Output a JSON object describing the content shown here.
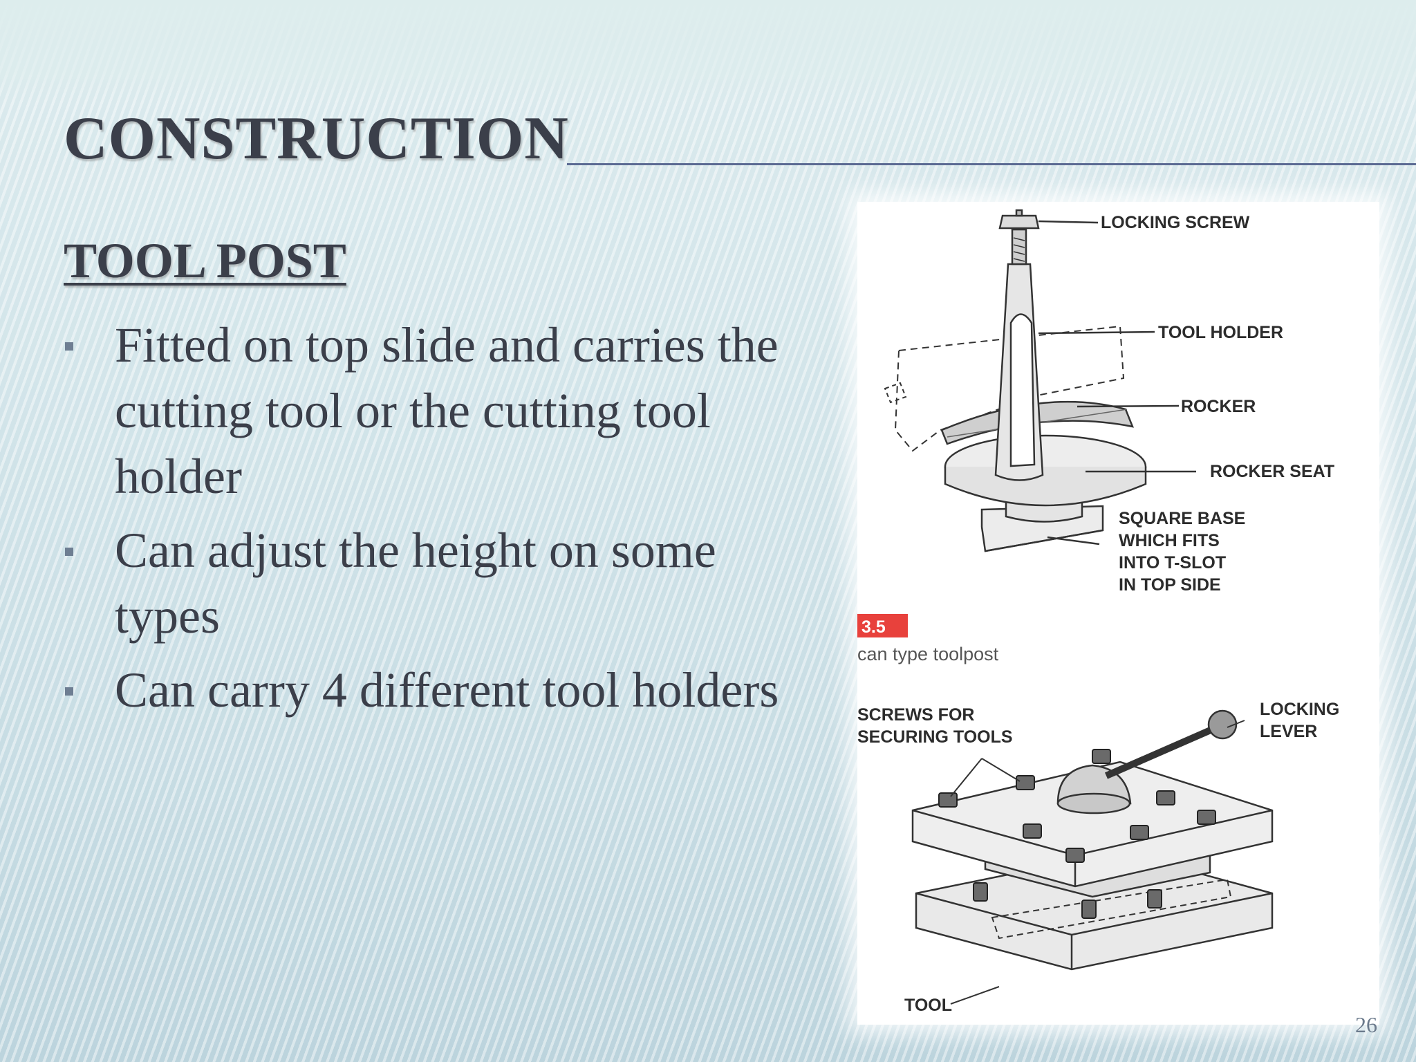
{
  "slide": {
    "title": "CONSTRUCTION",
    "subtitle": "TOOL POST",
    "bullets": [
      "Fitted on top slide and carries the cutting tool or the cutting tool holder",
      "Can adjust the height on some types",
      "Can carry 4 different tool holders"
    ],
    "page_number": "26"
  },
  "figure": {
    "labels": {
      "locking_screw": "LOCKING SCREW",
      "tool_holder": "TOOL HOLDER",
      "rocker": "ROCKER",
      "rocker_seat": "ROCKER SEAT",
      "square_base": [
        "SQUARE BASE",
        "WHICH FITS",
        "INTO T-SLOT",
        "IN TOP SIDE"
      ],
      "screws": [
        "SCREWS FOR",
        "SECURING TOOLS"
      ],
      "locking_lever": [
        "LOCKING",
        "LEVER"
      ],
      "tool": "TOOL"
    },
    "badge": "3.5",
    "caption": "can type toolpost"
  },
  "colors": {
    "text": "#3b3f4a",
    "accent_rule": "#5b6a93",
    "badge": "#e8413c"
  }
}
